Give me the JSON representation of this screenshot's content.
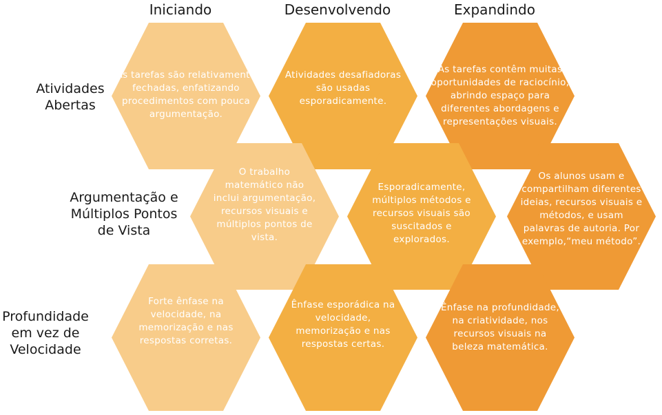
{
  "columns": [
    "Iniciando",
    "Desenvolvendo",
    "Expandindo"
  ],
  "rows": [
    "Atividades\nAbertas",
    "Argumentação e\nMúltiplos Pontos\nde Vista",
    "Profundidade\nem vez de\nVelocidade"
  ],
  "colors": {
    "iniciando": "#f8cc8a",
    "desenvolvendo": "#f3af43",
    "expandindo": "#ef9a35"
  },
  "cells": {
    "r1c1": "As tarefas são relativamente\nfechadas, enfatizando\nprocedimentos com pouca\nargumentação.",
    "r1c2": "Atividades desafiadoras\nsão usadas\nesporadicamente.",
    "r1c3": "As tarefas contêm muitas\noportunidades de raciocínio,\nabrindo espaço para\ndiferentes abordagens e\nrepresentações visuais.",
    "r2c1": "O trabalho\nmatemático não\ninclui argumentação,\nrecursos visuais e\nmúltiplos pontos de\nvista.",
    "r2c2": "Esporadicamente,\nmúltiplos métodos e\nrecursos visuais são\nsuscitados e\nexplorados.",
    "r2c3": "Os alunos usam e\ncompartilham diferentes\nideias, recursos visuais e\nmétodos, e usam\npalavras de autoria. Por\nexemplo,“meu método”.",
    "r3c1": "Forte ênfase na\nvelocidade, na\nmemorização e nas\nrespostas corretas.",
    "r3c2": "Ênfase esporádica na\nvelocidade,\nmemorização e nas\nrespostas certas.",
    "r3c3": "Ênfase na profundidade,\nna criatividade, nos\nrecursos visuais na\nbeleza matemática."
  }
}
